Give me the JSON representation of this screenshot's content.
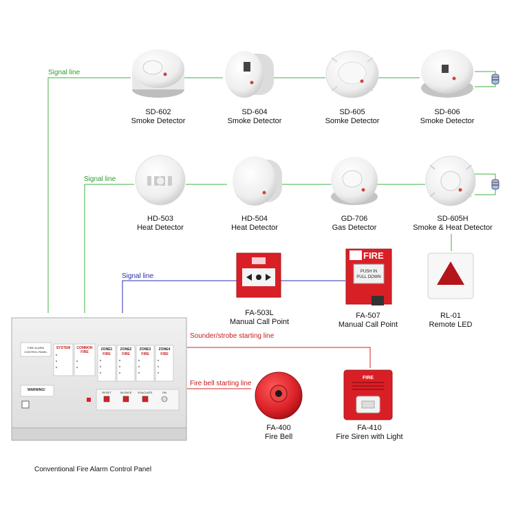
{
  "lines": {
    "signal_1": "Signal line",
    "signal_2": "Signal line",
    "signal_3": "Signal line",
    "sounder": "Sounder/strobe starting line",
    "bell": "Fire bell starting line"
  },
  "devices": [
    {
      "model": "SD-602",
      "name": "Smoke Detector"
    },
    {
      "model": "SD-604",
      "name": "Smoke Detector"
    },
    {
      "model": "SD-605",
      "name": "Somke Detector"
    },
    {
      "model": "SD-606",
      "name": "Smoke Detector"
    },
    {
      "model": "HD-503",
      "name": "Heat Detector"
    },
    {
      "model": "HD-504",
      "name": "Heat Detector"
    },
    {
      "model": "GD-706",
      "name": "Gas Detector"
    },
    {
      "model": "SD-605H",
      "name": "Smoke & Heat Detector"
    },
    {
      "model": "FA-503L",
      "name": "Manual Call Point"
    },
    {
      "model": "FA-507",
      "name": "Manual Call Point"
    },
    {
      "model": "RL-01",
      "name": "Remote LED"
    },
    {
      "model": "FA-400",
      "name": "Fire Bell"
    },
    {
      "model": "FA-410",
      "name": "Fire Siren with Light"
    }
  ],
  "panel": {
    "title_line1": "FIRE ALARM",
    "title_line2": "CONTROL PANEL",
    "system": "SYSTEM",
    "common": "COMMON",
    "common_sub": "FIRE",
    "zones": [
      "ZONE1",
      "ZONE2",
      "ZONE3",
      "ZONE4"
    ],
    "zone_fire": "FIRE",
    "warning": "WARNING!",
    "buttons": [
      "RESET",
      "SILENCE",
      "EVACUATE",
      "ON"
    ],
    "caption": "Conventional Fire Alarm Control Panel"
  },
  "device_text": {
    "fire": "FIRE",
    "push_in": "PUSH IN",
    "pull_down": "PULL DOWN",
    "siren_fire": "FIRE"
  },
  "colors": {
    "signal_green": "#3cb043",
    "signal_blue": "#2b2bb0",
    "start_red": "#d02020",
    "device_red": "#d91f26"
  }
}
